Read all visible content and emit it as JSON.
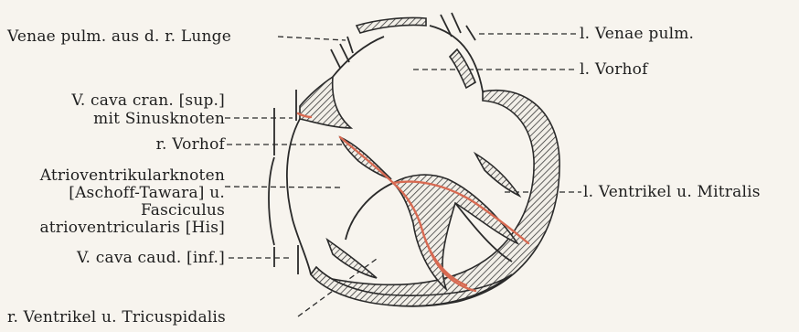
{
  "labels": {
    "venae_pulm_right": "Venae pulm. aus d. r. Lunge",
    "v_cava_cran_line1": "V. cava cran. [sup.]",
    "v_cava_cran_line2": "mit Sinusknoten",
    "r_vorhof": "r. Vorhof",
    "av_line1": "Atrioventrikularknoten",
    "av_line2": "[Aschoff-Tawara] u.",
    "av_line3": "Fasciculus",
    "av_line4": "atrioventricularis [His]",
    "v_cava_caud": "V. cava caud. [inf.]",
    "r_ventrikel": "r. Ventrikel u. Tricuspidalis",
    "l_venae_pulm": "l. Venae pulm.",
    "l_vorhof": "l. Vorhof",
    "l_ventrikel": "l. Ventrikel u. Mitralis"
  },
  "colors": {
    "ink": "#2a2a2a",
    "conduction_system": "#d86a52",
    "paper": "#f7f4ee"
  }
}
